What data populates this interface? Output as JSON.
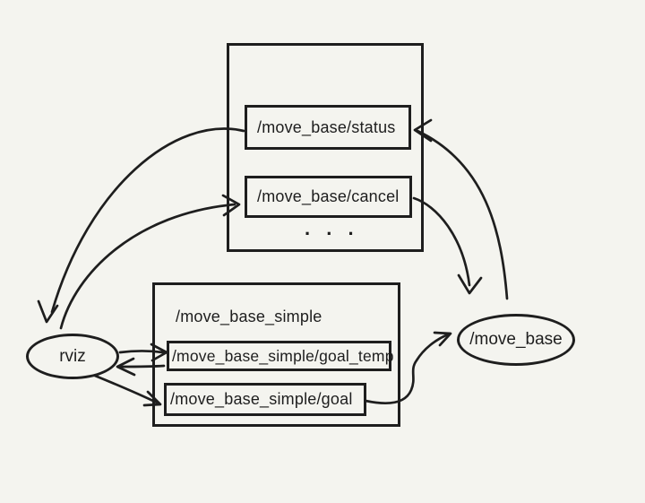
{
  "background": "#f4f4ef",
  "ink": "#1e1e1e",
  "diagram": {
    "action_topics_group": {
      "topics": [
        "/move_base/status",
        "/move_base/cancel"
      ],
      "ellipsis": ". . ."
    },
    "simple_group": {
      "title": "/move_base_simple",
      "topics": [
        "/move_base_simple/goal_temp",
        "/move_base_simple/goal"
      ]
    },
    "nodes": {
      "rviz": "rviz",
      "move_base": "/move_base"
    },
    "edges": [
      {
        "from": "/move_base",
        "to": "/move_base/status"
      },
      {
        "from": "/move_base/status",
        "to": "rviz"
      },
      {
        "from": "rviz",
        "to": "/move_base/cancel"
      },
      {
        "from": "/move_base/cancel",
        "to": "/move_base"
      },
      {
        "from": "rviz",
        "to": "/move_base_simple/goal_temp"
      },
      {
        "from": "/move_base_simple/goal_temp",
        "to": "rviz"
      },
      {
        "from": "rviz",
        "to": "/move_base_simple/goal"
      },
      {
        "from": "/move_base_simple/goal",
        "to": "/move_base"
      }
    ]
  }
}
